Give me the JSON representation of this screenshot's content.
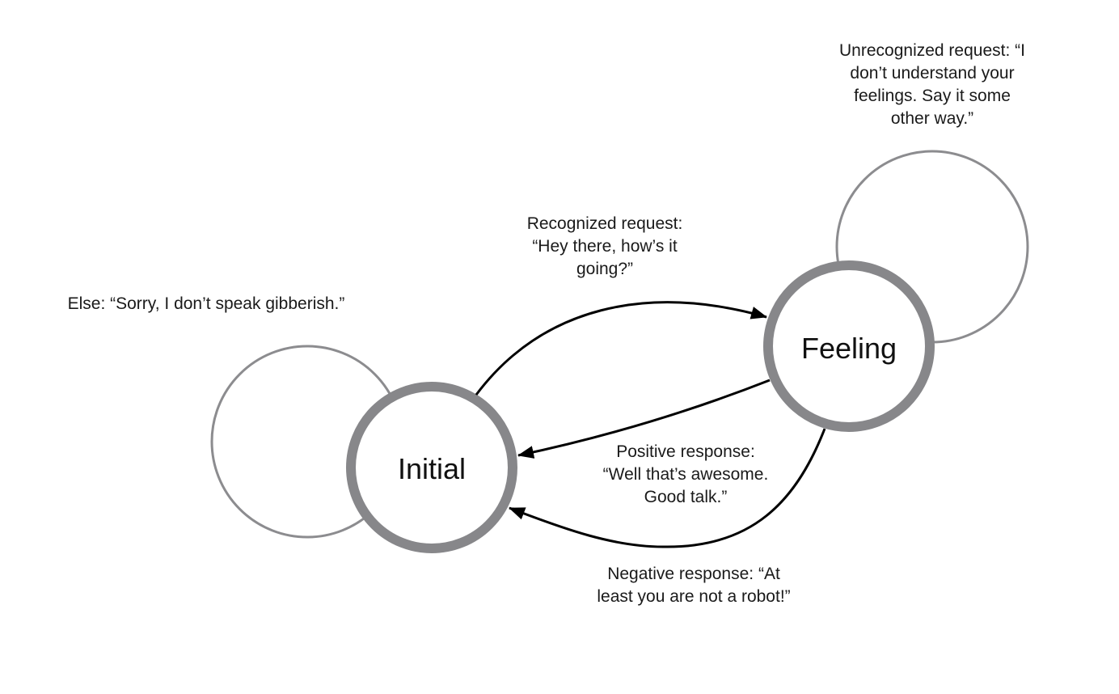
{
  "states": {
    "initial": {
      "name": "Initial"
    },
    "feeling": {
      "name": "Feeling"
    }
  },
  "transitions": {
    "else_loop": "Else: “Sorry, I don’t speak gibberish.”",
    "unrecognized_loop": "Unrecognized request: “I\ndon’t understand your\nfeelings. Say it some\nother way.”",
    "recognized": "Recognized request:\n“Hey there, how’s it\ngoing?”",
    "positive": "Positive response:\n“Well that’s awesome.\nGood talk.”",
    "negative": "Negative response: “At\nleast you are not a robot!”"
  },
  "colors": {
    "state_stroke": "#87878a",
    "loop_stroke": "#8c8c8f",
    "arrow": "#000000"
  }
}
